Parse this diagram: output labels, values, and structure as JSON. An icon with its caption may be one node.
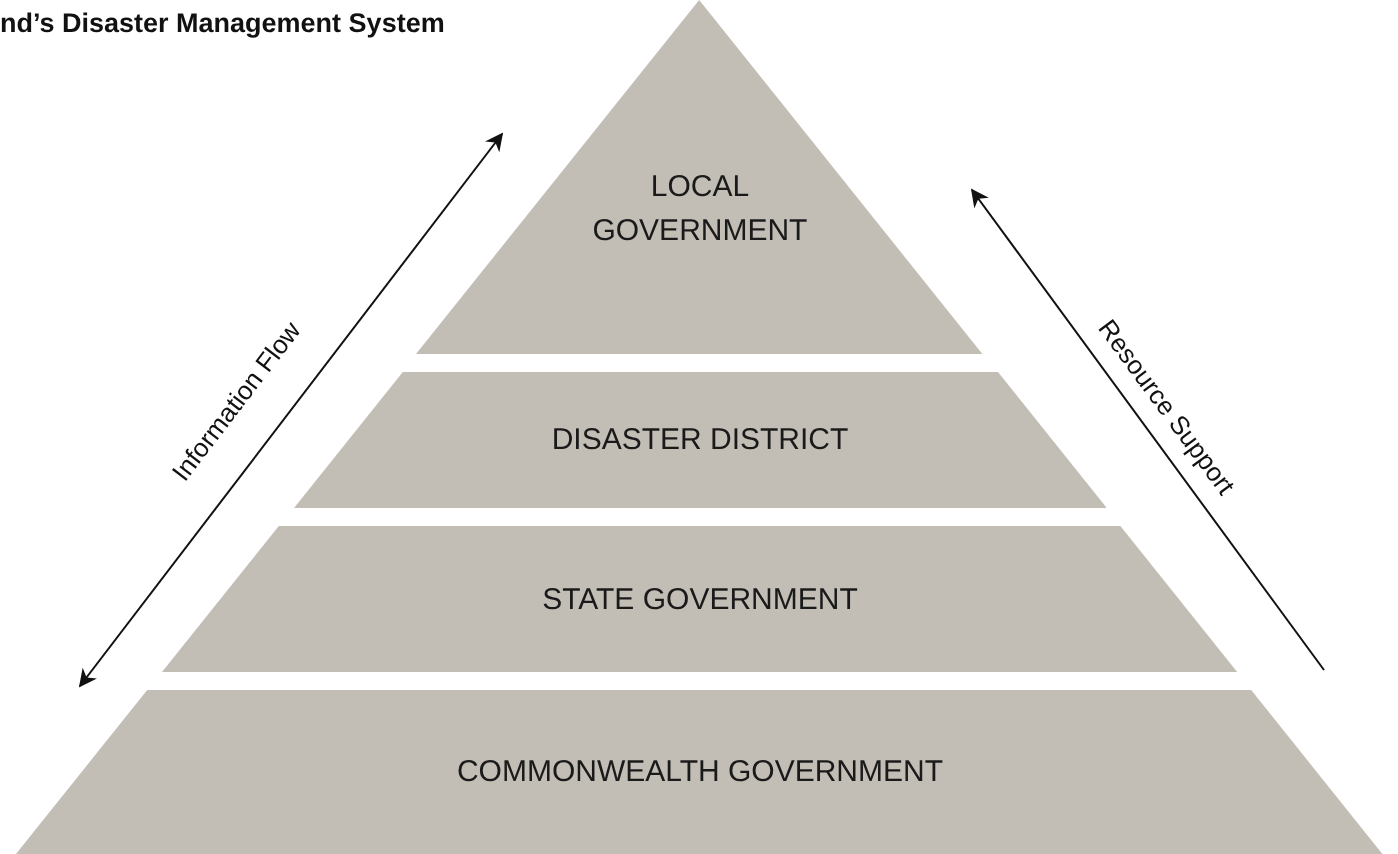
{
  "diagram": {
    "title": "nd’s Disaster Management System",
    "nodes": [
      {
        "text": [
          "LOCAL GOVERNMENT"
        ]
      },
      {
        "text": [
          "DISASTER DISTRICT"
        ]
      },
      {
        "text": [
          "STATE GOVERNMENT"
        ]
      },
      {
        "text": [
          "COMMONWEALTH GOVERNMENT"
        ]
      }
    ],
    "labels": [
      "Information Flow",
      "Resource Support"
    ]
  }
}
